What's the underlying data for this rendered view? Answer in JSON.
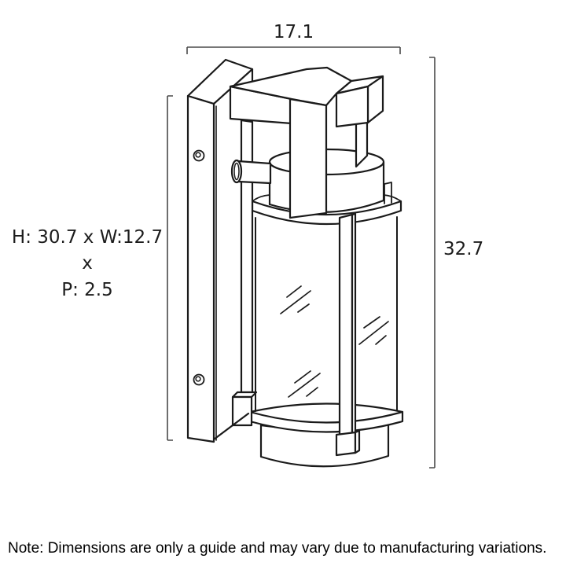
{
  "page": {
    "background": "#ffffff"
  },
  "annotations": {
    "width": "17.1",
    "height": "32.7",
    "size_line_1": "H: 30.7 x W:12.7",
    "size_line_2": "x",
    "size_line_3": "P: 2.5"
  },
  "note": "Note: Dimensions are only a guide and may vary due to manufacturing variations.",
  "drawing": {
    "subject": "wall-lantern-technical-line-drawing",
    "line_color": "#1a1a1a",
    "dimension_line_color": "#4a4a4a"
  }
}
